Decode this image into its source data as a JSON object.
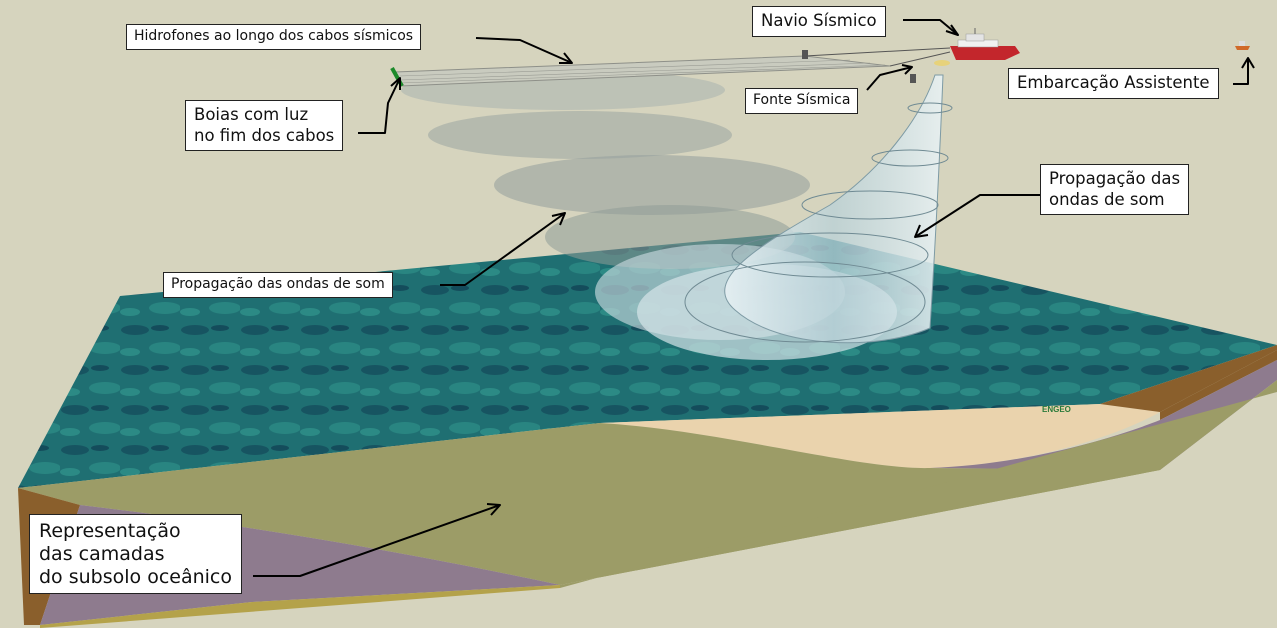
{
  "labels": {
    "hydrophones": "Hidrofones ao longo dos cabos sísmicos",
    "buoys": "Boias com luz\nno fim dos cabos",
    "ship": "Navio Sísmico",
    "source": "Fonte Sísmica",
    "assist": "Embarcação Assistente",
    "waves_right": "Propagação das\nondas de som",
    "waves_left": "Propagação das ondas de som",
    "layers": "Representação\ndas camadas\ndo subsolo oceânico"
  },
  "logo_text": "ENGEO",
  "colors": {
    "background": "#d6d4be",
    "ocean": "#1f6f72",
    "sand": "#ead3ad",
    "sediment_green": "#9c9c67",
    "rock_purple": "#8e7b8e",
    "brown_layer": "#8a5f2c",
    "ship_hull": "#c3262c",
    "wave_fill": "#c7d8dd"
  }
}
